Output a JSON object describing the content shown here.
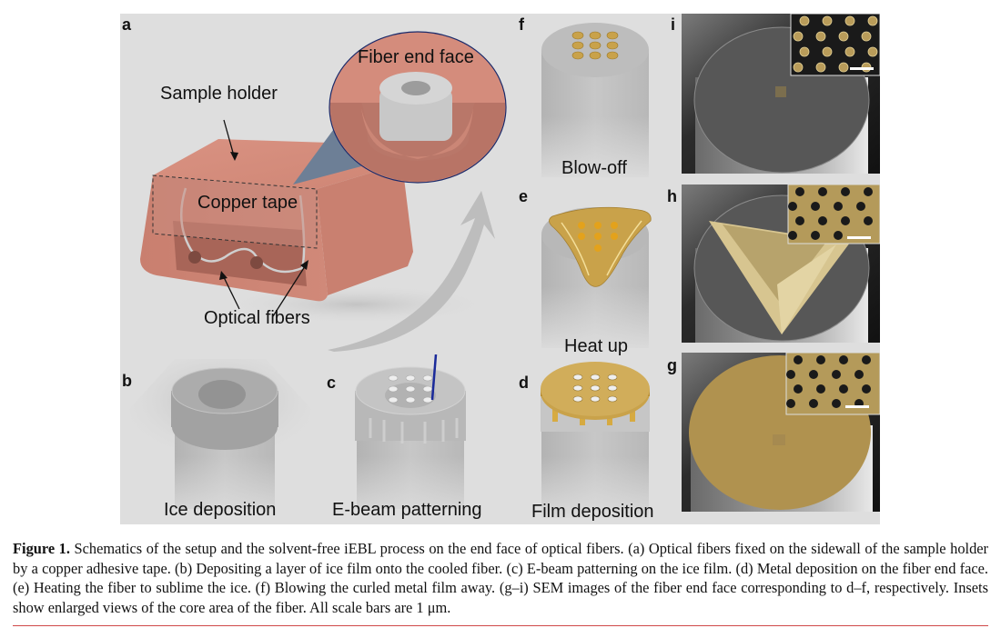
{
  "figure": {
    "panels": {
      "a": {
        "letter": "a",
        "labels": {
          "sample_holder": "Sample holder",
          "fiber_end_face": "Fiber end face",
          "copper_tape": "Copper tape",
          "optical_fibers": "Optical fibers"
        }
      },
      "b": {
        "letter": "b",
        "label": "Ice deposition"
      },
      "c": {
        "letter": "c",
        "label": "E-beam patterning"
      },
      "d": {
        "letter": "d",
        "label": "Film deposition"
      },
      "e": {
        "letter": "e",
        "label": "Heat up"
      },
      "f": {
        "letter": "f",
        "label": "Blow-off"
      },
      "g": {
        "letter": "g"
      },
      "h": {
        "letter": "h"
      },
      "i": {
        "letter": "i"
      }
    },
    "colors": {
      "background": "#dedede",
      "holder": "#d48c7c",
      "gold": "#c9a24a",
      "sem_gold": "#b49a5a",
      "ebeam": "#1a2a9a",
      "caption_rule": "#d04848"
    }
  },
  "caption": {
    "label": "Figure 1.",
    "text": " Schematics of the setup and the solvent-free iEBL process on the end face of optical fibers. (a) Optical fibers fixed on the sidewall of the sample holder by a copper adhesive tape. (b) Depositing a layer of ice film onto the cooled fiber. (c) E-beam patterning on the ice film. (d) Metal deposition on the fiber end face. (e) Heating the fiber to sublime the ice. (f) Blowing the curled metal film away. (g–i) SEM images of the fiber end face corresponding to d–f, respectively. Insets show enlarged views of the core area of the fiber. All scale bars are 1 μm."
  }
}
